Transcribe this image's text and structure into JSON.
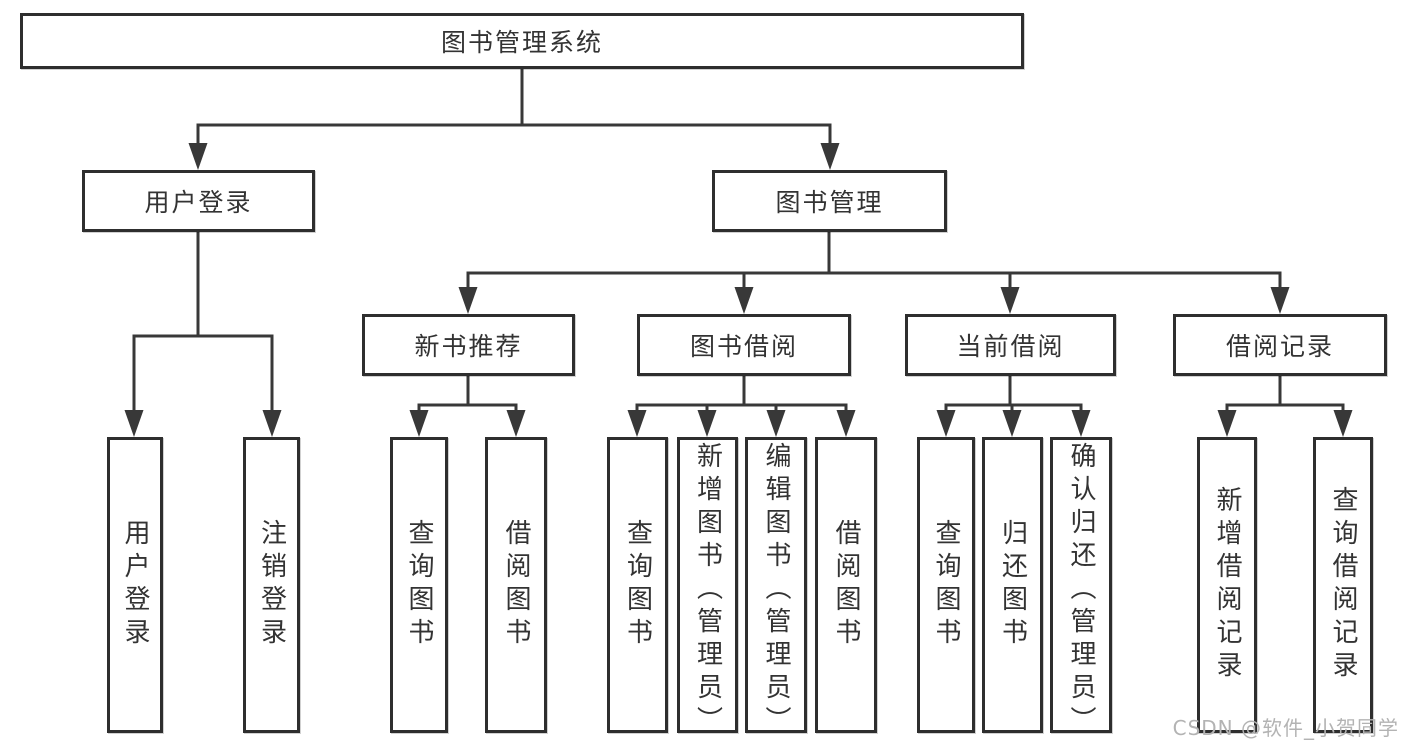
{
  "tree": {
    "root": "图书管理系统",
    "level2": [
      {
        "label": "用户登录",
        "children": [
          {
            "label": "用户登录"
          },
          {
            "label": "注销登录"
          }
        ]
      },
      {
        "label": "图书管理",
        "children": [
          {
            "label": "新书推荐",
            "children": [
              {
                "label": "查询图书"
              },
              {
                "label": "借阅图书"
              }
            ]
          },
          {
            "label": "图书借阅",
            "children": [
              {
                "label": "查询图书"
              },
              {
                "label": "新增图书（管理员）"
              },
              {
                "label": "编辑图书（管理员）"
              },
              {
                "label": "借阅图书"
              }
            ]
          },
          {
            "label": "当前借阅",
            "children": [
              {
                "label": "查询图书"
              },
              {
                "label": "归还图书"
              },
              {
                "label": "确认归还（管理员）"
              }
            ]
          },
          {
            "label": "借阅记录",
            "children": [
              {
                "label": "新增借阅记录"
              },
              {
                "label": "查询借阅记录"
              }
            ]
          }
        ]
      }
    ]
  },
  "watermark": {
    "text": "CSDN @软件_小贺同学"
  },
  "colors": {
    "line": "#383838",
    "text": "#333333",
    "watermark": "#b3b3b3",
    "background": "#ffffff"
  }
}
